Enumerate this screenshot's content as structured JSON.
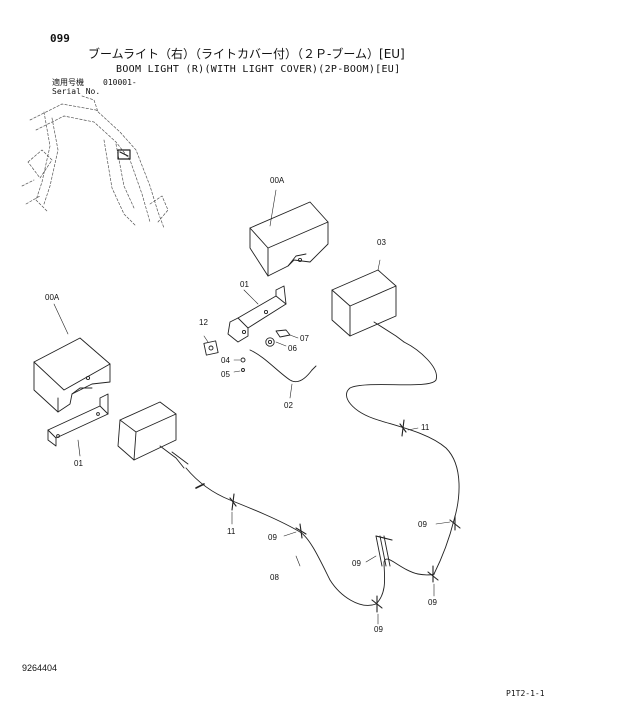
{
  "header": {
    "page_number": "099",
    "title_jp": "ブームライト（右）（ライトカバー付）（２Ｐ-ブーム）[EU]",
    "title_en": "BOOM LIGHT (R)(WITH LIGHT COVER)(2P-BOOM)[EU]",
    "serial_label_jp": "適用号機",
    "serial_value": "010001-",
    "serial_label_en": "Serial No."
  },
  "part_labels": {
    "cover_upper": "00A",
    "cover_left": "00A",
    "bracket_upper": "01",
    "bracket_left": "01",
    "harness_short": "02",
    "light_right": "03",
    "washer": "04",
    "bolt": "05",
    "nut": "06",
    "bolt_07": "07",
    "harness_main": "08",
    "clamp_a": "09",
    "clamp_b": "09",
    "clamp_c": "09",
    "clamp_d": "09",
    "clamp_e": "09",
    "clip_right": "11",
    "clip_left": "11",
    "block": "12"
  },
  "footer": {
    "document_number": "9264404",
    "sheet_number": "P1T2-1-1"
  }
}
